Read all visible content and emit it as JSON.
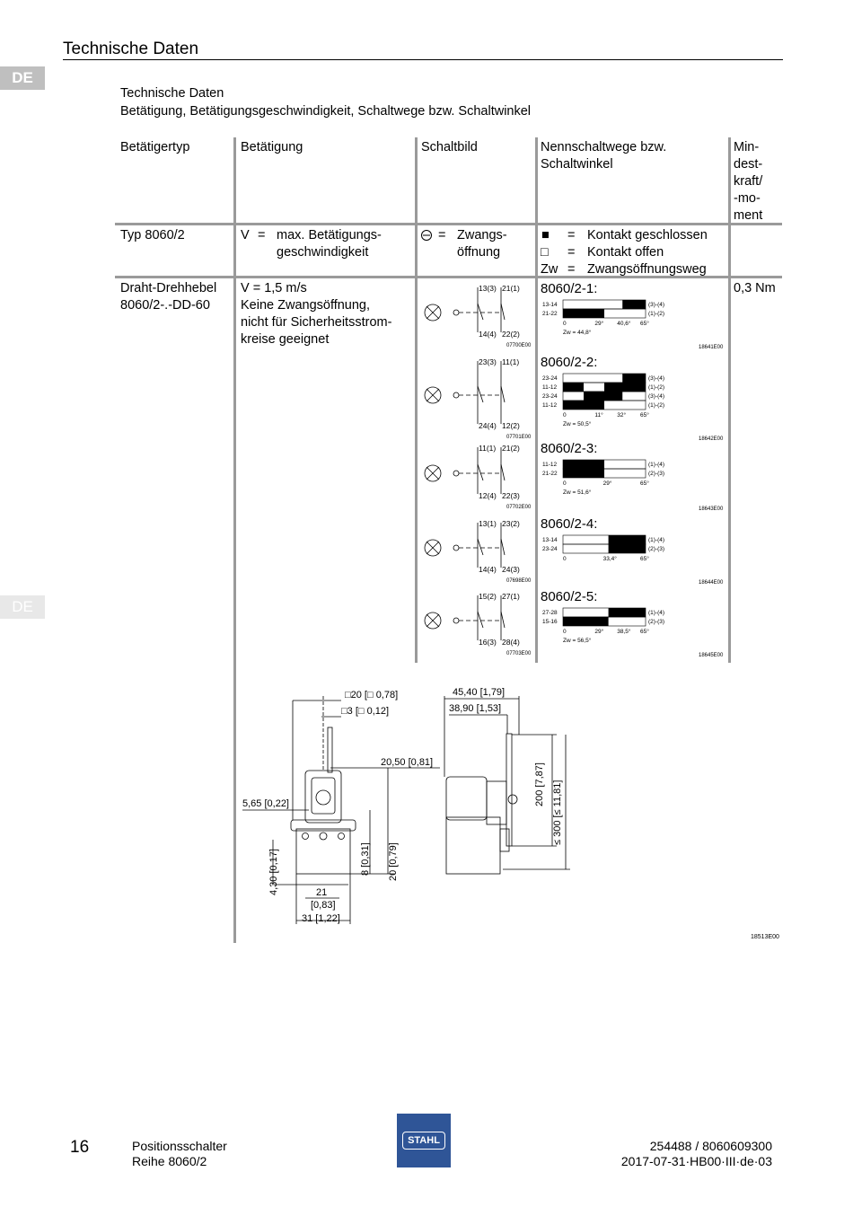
{
  "header": {
    "title": "Technische Daten",
    "lang_tab": "DE",
    "lang_tab2": "DE"
  },
  "section": {
    "title": "Technische Daten",
    "subtitle": "Betätigung, Betätigungsgeschwindigkeit, Schaltwege bzw. Schaltwinkel"
  },
  "table": {
    "headers": {
      "col1": "Betätigertyp",
      "col2": "Betätigung",
      "col3": "Schaltbild",
      "col4_l1": "Nennschaltwege bzw.",
      "col4_l2": "Schaltwinkel",
      "col5": [
        "Min-",
        "dest-",
        "kraft/",
        "-mo-",
        "ment"
      ]
    },
    "legend_row": {
      "type": "Typ 8060/2",
      "v_sym": "V",
      "eq": "=",
      "v_l1": "max. Betätigungs-",
      "v_l2": "geschwindigkeit",
      "z_l1": "Zwangs-",
      "z_l2": "öffnung",
      "closed_sym": "■",
      "closed": "Kontakt geschlossen",
      "open_sym": "□",
      "open": "Kontakt offen",
      "zw_sym": "Zw",
      "zw": "Zwangsöffnungsweg"
    },
    "data_row": {
      "type_l1": "Draht-Drehhebel",
      "type_l2": "8060/2-.-DD-60",
      "act_l1": "V = 1,5 m/s",
      "act_l2": "Keine Zwangsöffnung,",
      "act_l3": "nicht für Sicherheitsstrom-",
      "act_l4": "kreise geeignet",
      "force": "0,3 Nm"
    }
  },
  "variants": [
    {
      "name": "8060/2-1:",
      "contacts": [
        "13(3)",
        "21(1)",
        "14(4)",
        "22(2)"
      ],
      "code": "07700E00",
      "diag_code": "18641E00",
      "rows": [
        "13-14",
        "21-22"
      ],
      "right": [
        "(3)-(4)",
        "(1)-(2)"
      ],
      "ticks": [
        "0",
        "29°",
        "40,6°",
        "65°"
      ],
      "zw": "Zw = 44,8°"
    },
    {
      "name": "8060/2-2:",
      "contacts": [
        "23(3)",
        "11(1)",
        "24(4)",
        "12(2)"
      ],
      "code": "07701E00",
      "diag_code": "18642E00",
      "rows": [
        "23-24",
        "11-12",
        "23-24",
        "11-12"
      ],
      "right": [
        "(3)-(4)",
        "(1)-(2)",
        "(3)-(4)",
        "(1)-(2)"
      ],
      "ticks": [
        "0",
        "11°",
        "32°",
        "65°"
      ],
      "zw": "Zw = 50,5°"
    },
    {
      "name": "8060/2-3:",
      "contacts": [
        "11(1)",
        "21(2)",
        "12(4)",
        "22(3)"
      ],
      "code": "07702E00",
      "diag_code": "18643E00",
      "rows": [
        "11-12",
        "21-22"
      ],
      "right": [
        "(1)-(4)",
        "(2)-(3)"
      ],
      "ticks": [
        "0",
        "29°",
        "65°"
      ],
      "zw": "Zw = 51,6°"
    },
    {
      "name": "8060/2-4:",
      "contacts": [
        "13(1)",
        "23(2)",
        "14(4)",
        "24(3)"
      ],
      "code": "07698E00",
      "diag_code": "18644E00",
      "rows": [
        "13-14",
        "23-24"
      ],
      "right": [
        "(1)-(4)",
        "(2)-(3)"
      ],
      "ticks": [
        "0",
        "33,4°",
        "65°"
      ],
      "zw": ""
    },
    {
      "name": "8060/2-5:",
      "contacts": [
        "15(2)",
        "27(1)",
        "16(3)",
        "28(4)"
      ],
      "code": "07703E00",
      "diag_code": "18645E00",
      "rows": [
        "27-28",
        "15-16"
      ],
      "right": [
        "(1)-(4)",
        "(2)-(3)"
      ],
      "ticks": [
        "0",
        "29°",
        "38,5°",
        "65°"
      ],
      "zw": "Zw = 56,5°"
    }
  ],
  "drawing": {
    "dims": {
      "d1": "□20 [□ 0,78]",
      "d2": "□3 [□ 0,12]",
      "d3": "45,40 [1,79]",
      "d4": "38,90 [1,53]",
      "d5": "20,50 [0,81]",
      "d6": "5,65 [0,22]",
      "d7": "200 [7,87]",
      "d8": "≤ 300 [≤ 11,81]",
      "d9": "4,30 [0,17]",
      "d10": "8 [0,31]",
      "d11": "20 [0,79]",
      "d12": "21",
      "d13": "[0,83]",
      "d14": "31 [1,22]"
    },
    "code": "18513E00"
  },
  "footer": {
    "page": "16",
    "product_l1": "Positionsschalter",
    "product_l2": "Reihe 8060/2",
    "logo": "STAHL",
    "doc_l1": "254488 / 8060609300",
    "doc_l2": "2017-07-31·HB00·III·de·03",
    "logo_color": "#2f5597"
  }
}
